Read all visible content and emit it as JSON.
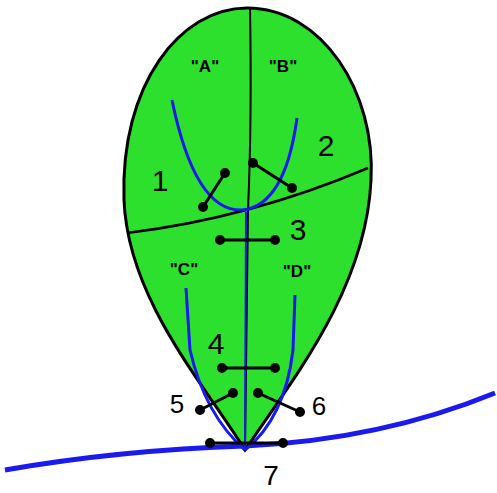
{
  "diagram": {
    "labels": [
      "\"A\"",
      "\"B\"",
      "1",
      "2",
      "3",
      "\"C\"",
      "\"D\"",
      "4",
      "5",
      "6",
      "7"
    ]
  }
}
